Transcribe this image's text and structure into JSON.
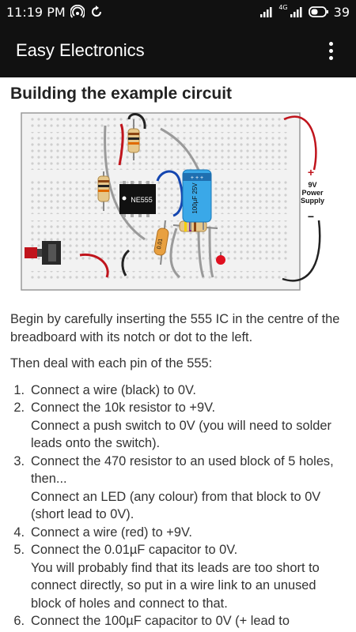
{
  "status_bar": {
    "time": "11:19 PM",
    "network_label": "4G",
    "battery": "39"
  },
  "app_bar": {
    "title": "Easy Electronics"
  },
  "article": {
    "heading": "Building the example circuit",
    "diagram": {
      "chip_label": "NE555",
      "capacitor_label": "100µF 25V",
      "small_capacitor_label": "0.01",
      "plus_sign": "+",
      "minus_sign": "−",
      "power_voltage": "9V",
      "power_line1": "Power",
      "power_line2": "Supply"
    },
    "intro": "Begin by carefully inserting the 555 IC in the centre of the breadboard with its notch or dot to the left.",
    "lead": "Then deal with each pin of the 555:",
    "steps": [
      {
        "num": "1.",
        "text": "Connect a wire (black) to 0V."
      },
      {
        "num": "2.",
        "text": "Connect the 10k resistor to +9V.",
        "extra": "Connect a push switch to 0V (you will need to solder leads onto the switch)."
      },
      {
        "num": "3.",
        "text": "Connect the 470 resistor to an used block of 5 holes, then...",
        "extra": "Connect an LED (any colour) from that block to 0V (short lead to 0V)."
      },
      {
        "num": "4.",
        "text": "Connect a wire (red) to +9V."
      },
      {
        "num": "5.",
        "text": "Connect the 0.01µF capacitor to 0V.",
        "extra": "You will probably find that its leads are too short to connect directly, so put in a wire link to an unused block of holes and connect to that."
      },
      {
        "num": "6.",
        "text": "Connect the 100µF capacitor to 0V (+ lead to"
      }
    ]
  }
}
